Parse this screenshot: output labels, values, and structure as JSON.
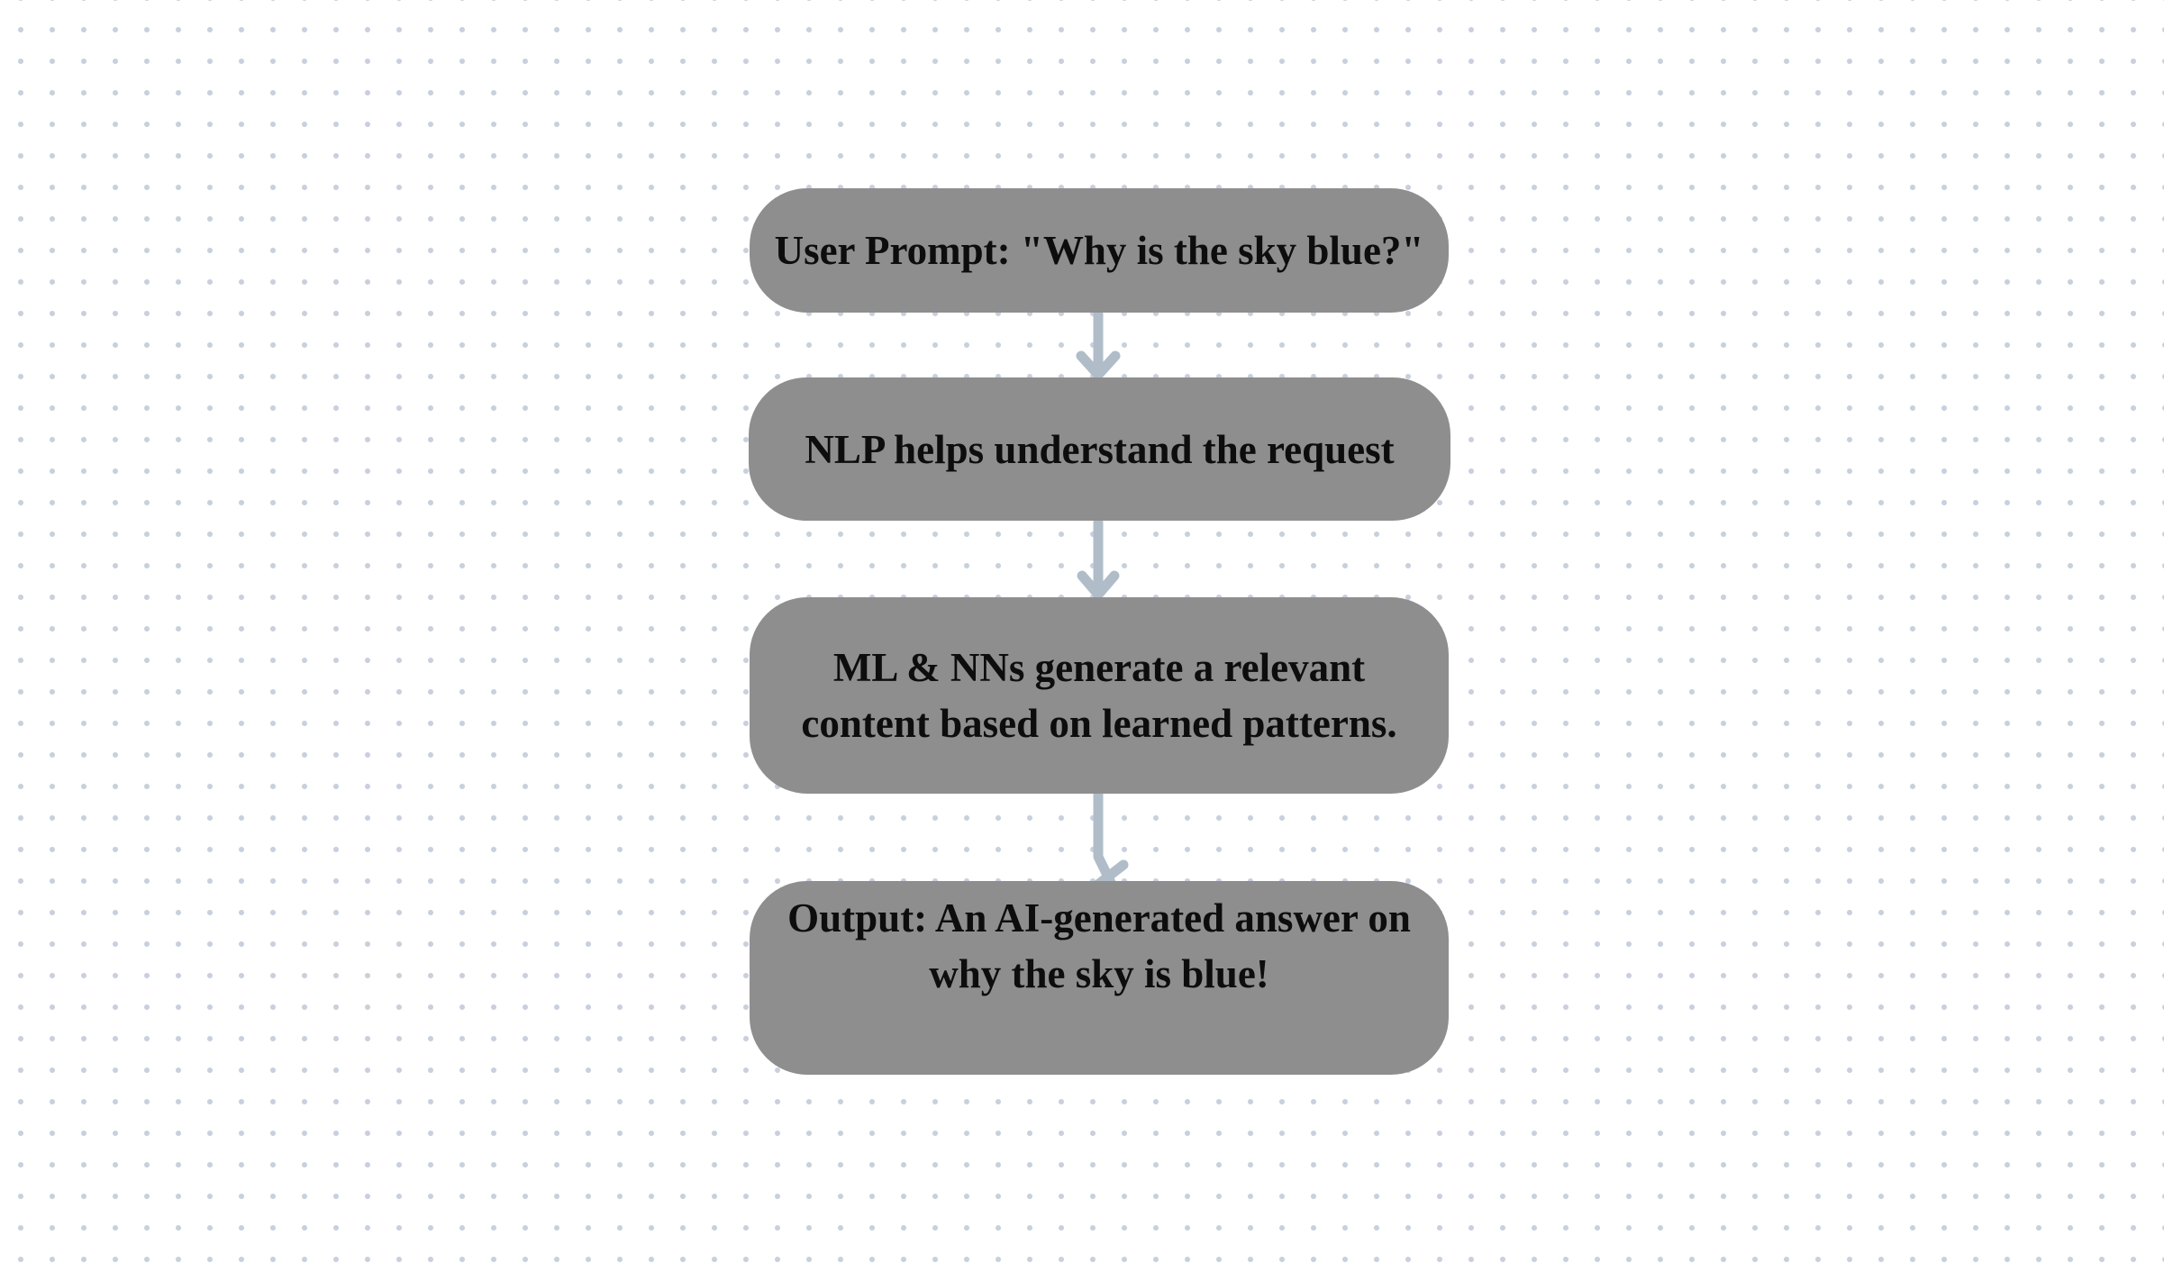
{
  "colors": {
    "background": "#ffffff",
    "dot": "#c8d0dd",
    "node_fill": "#8e8e8e",
    "node_text": "#0d0d0d",
    "arrow": "#b0bdc8"
  },
  "flowchart": {
    "type": "flowchart",
    "direction": "top-down",
    "nodes": [
      {
        "id": "user-prompt",
        "text": "User Prompt: \"Why is the sky blue?\"",
        "lines": [
          "User Prompt: \"Why is the sky blue?\""
        ]
      },
      {
        "id": "nlp",
        "text": "NLP helps understand the request",
        "lines": [
          "NLP helps understand the request"
        ]
      },
      {
        "id": "ml-nns",
        "text": "ML & NNs generate a relevant content based on learned patterns.",
        "lines": [
          "ML & NNs generate a relevant",
          "content based on learned patterns."
        ]
      },
      {
        "id": "output",
        "text": "Output: An AI-generated answer on why the sky is blue!",
        "lines": [
          "Output: An AI-generated answer on",
          "why the sky is blue!"
        ]
      }
    ],
    "edges": [
      {
        "from": "user-prompt",
        "to": "nlp"
      },
      {
        "from": "nlp",
        "to": "ml-nns"
      },
      {
        "from": "ml-nns",
        "to": "output"
      }
    ]
  }
}
